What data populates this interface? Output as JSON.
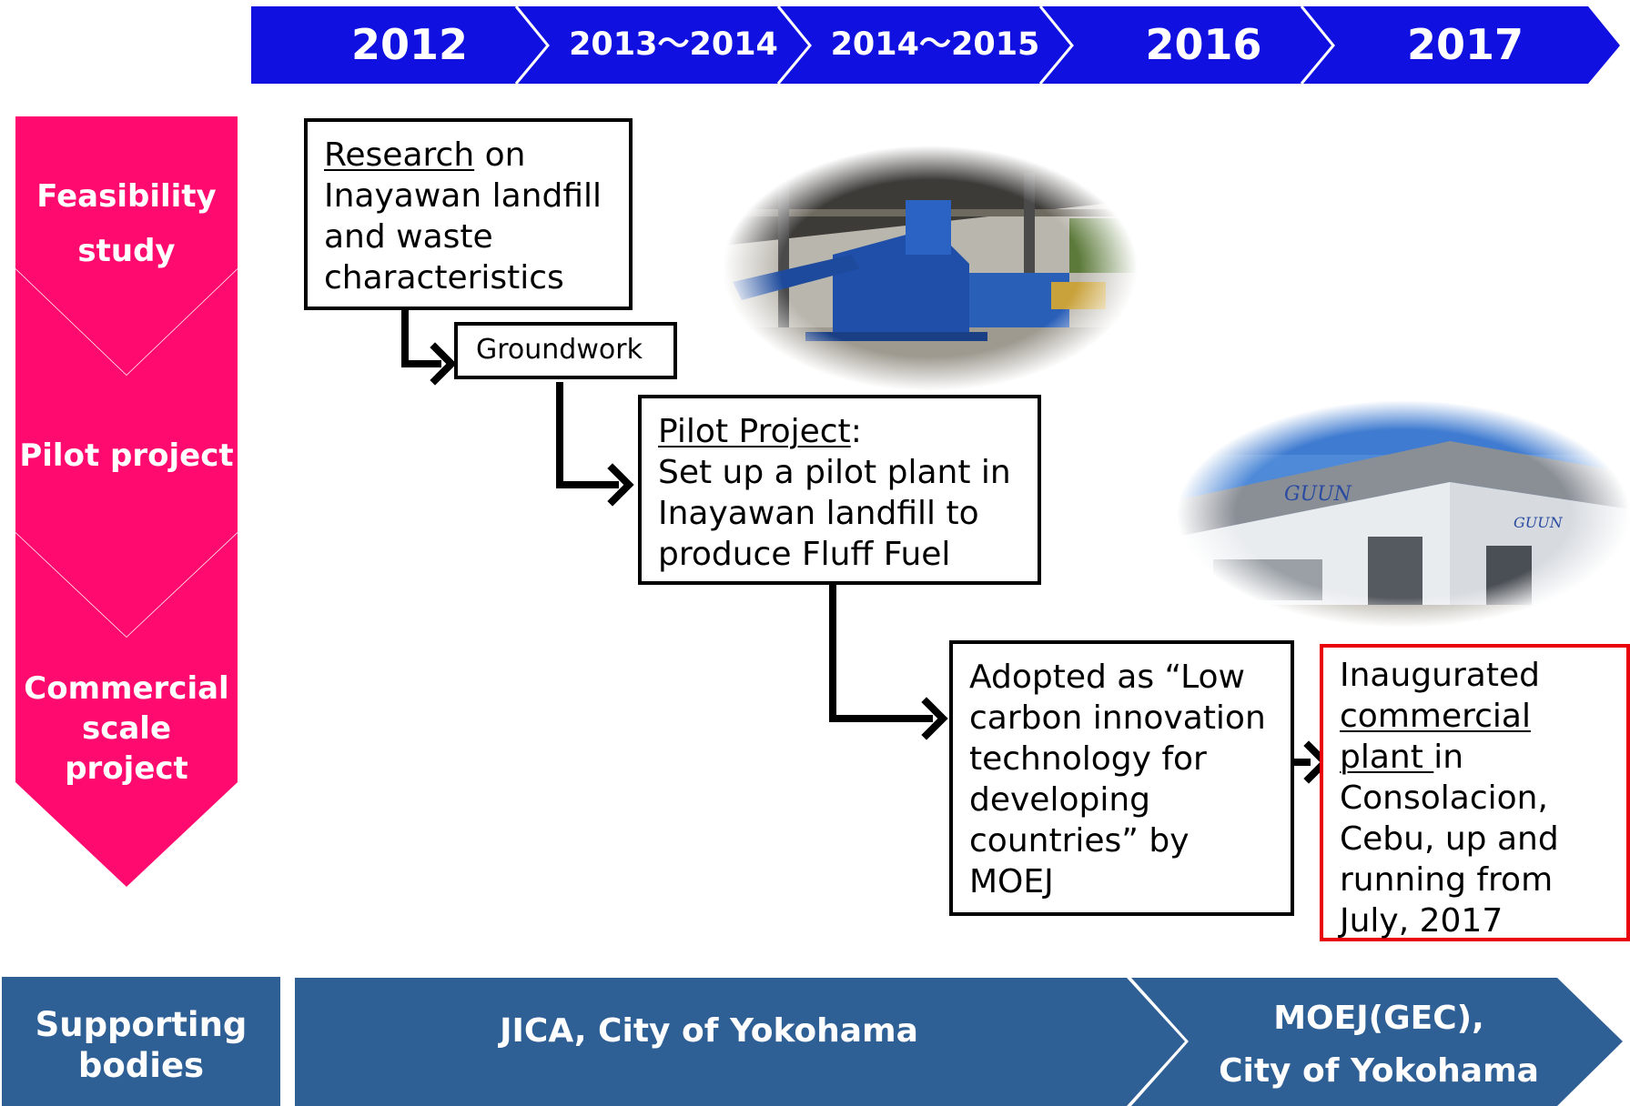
{
  "timeline": {
    "years": [
      "2012",
      "2013～2014",
      "2014～2015",
      "2016",
      "2017"
    ]
  },
  "stages": [
    {
      "label_line1": "Feasibility",
      "label_line2": "study"
    },
    {
      "label_line1": "Pilot project"
    },
    {
      "label_line1": "Commercial",
      "label_line2": "scale project"
    }
  ],
  "steps": {
    "research": {
      "lead": "Research",
      "rest1": " on",
      "line2": "Inayawan landfill",
      "line3": "and waste",
      "line4": "characteristics"
    },
    "groundwork": {
      "label": "Groundwork"
    },
    "pilot": {
      "lead": "Pilot Project",
      "rest1": ":",
      "line2": "Set up a pilot plant in",
      "line3": "Inayawan landfill to",
      "line4": "produce Fluff Fuel"
    },
    "adopted": {
      "line1": "Adopted as “Low",
      "line2": "carbon innovation",
      "line3": "technology for",
      "line4": "developing",
      "line5": "countries” by",
      "line6": "MOEJ"
    },
    "inaugurated": {
      "line1": "Inaugurated",
      "line2": "commercial",
      "line3a": "plant ",
      "line3b": "in",
      "line4": "Consolacion,",
      "line5": "Cebu, up and",
      "line6": "running from",
      "line7": "July, 2017"
    }
  },
  "photos": {
    "pilot_plant_sign": "",
    "factory_sign_1": "GUUN",
    "factory_sign_2": "GUUN"
  },
  "supporting": {
    "header_line1": "Supporting",
    "header_line2": "bodies",
    "phase1": "JICA, City of Yokohama",
    "phase2_line1": "MOEJ(GEC),",
    "phase2_line2": "City of Yokohama"
  },
  "colors": {
    "timeline_blue": "#1010e0",
    "stage_pink": "#ff0a6e",
    "support_blue": "#2e5f95",
    "highlight_red": "#e8000a"
  }
}
